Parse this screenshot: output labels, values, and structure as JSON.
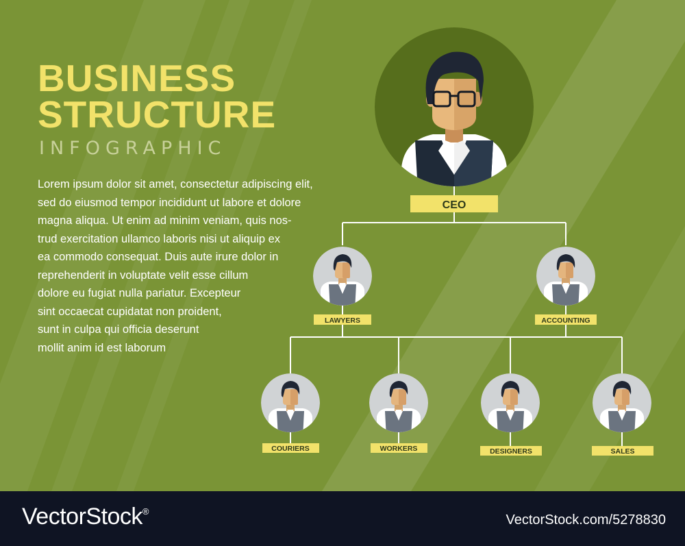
{
  "header": {
    "title_line1": "BUSINESS",
    "title_line2": "STRUCTURE",
    "subtitle": "INFOGRAPHIC"
  },
  "body_lines": [
    "Lorem ipsum dolor sit amet, consectetur adipiscing elit,",
    "sed do eiusmod tempor incididunt ut labore et dolore",
    "magna aliqua. Ut enim ad minim veniam, quis nos-",
    "trud exercitation ullamco laboris nisi ut aliquip ex",
    "ea commodo consequat. Duis aute irure dolor in",
    "reprehenderit in voluptate velit esse cillum",
    "dolore eu fugiat nulla pariatur. Excepteur",
    "sint occaecat cupidatat non proident,",
    "sunt in culpa qui officia deserunt",
    "mollit anim id est laborum"
  ],
  "org_chart": {
    "ceo": {
      "label": "CEO"
    },
    "departments": [
      {
        "label": "LAWYERS",
        "reports": [
          {
            "label": "COURIERS"
          },
          {
            "label": "WORKERS"
          }
        ]
      },
      {
        "label": "ACCOUNTING",
        "reports": [
          {
            "label": "DESIGNERS"
          },
          {
            "label": "SALES"
          }
        ]
      }
    ]
  },
  "footer": {
    "brand": "VectorStock",
    "trademark": "®",
    "stock_id": "VectorStock.com/5278830"
  },
  "colors": {
    "background": "#7a9436",
    "title": "#f2e26a",
    "subtitle": "#c8d19a",
    "label_fill": "#f2e26a",
    "ceo_circle": "#566e1c",
    "staff_circle": "#d0d3d5",
    "footer": "#0f1423"
  }
}
